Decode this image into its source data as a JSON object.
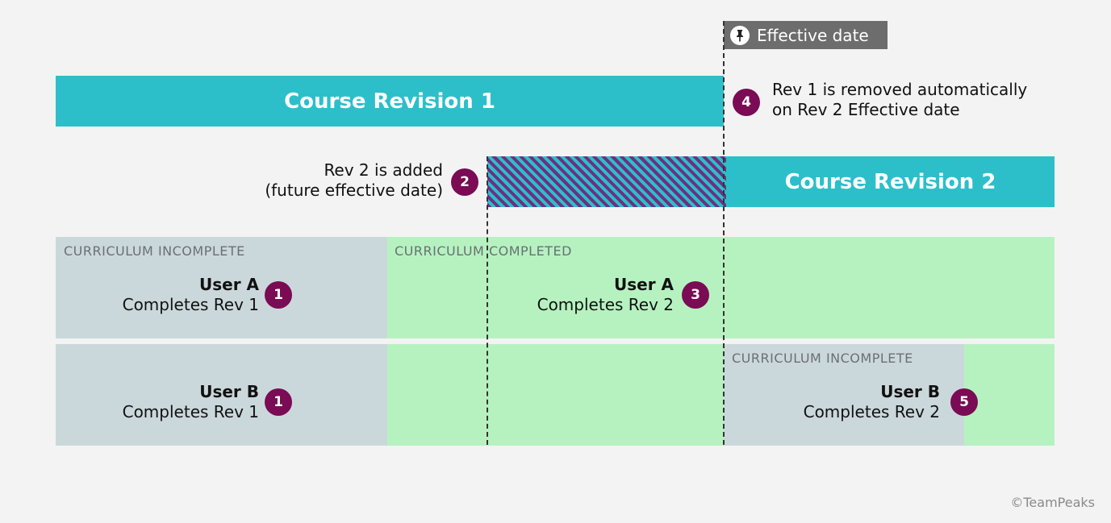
{
  "effective_date": {
    "label": "Effective date",
    "icon": "pushpin-icon"
  },
  "revisions": {
    "rev1": {
      "label": "Course Revision 1"
    },
    "rev2": {
      "label": "Course Revision 2"
    }
  },
  "notes": {
    "rev2_added": {
      "line1": "Rev 2 is added",
      "line2": "(future effective date)",
      "step": "2"
    },
    "rev1_removed": {
      "line1": "Rev 1 is removed automatically",
      "line2": "on Rev 2 Effective date",
      "step": "4"
    }
  },
  "rows": {
    "user_a": {
      "status_incomplete": "CURRICULUM INCOMPLETE",
      "status_completed": "CURRICULUM COMPLETED",
      "events": [
        {
          "user": "User A",
          "action": "Completes Rev 1",
          "step": "1"
        },
        {
          "user": "User A",
          "action": "Completes Rev 2",
          "step": "3"
        }
      ]
    },
    "user_b": {
      "status_incomplete": "CURRICULUM INCOMPLETE",
      "events": [
        {
          "user": "User B",
          "action": "Completes Rev 1",
          "step": "1"
        },
        {
          "user": "User B",
          "action": "Completes Rev 2",
          "step": "5"
        }
      ]
    }
  },
  "colors": {
    "revision_bar": "#2cbfca",
    "hatch": "#6e2f84",
    "badge": "#7a0b54",
    "incomplete": "#cbd8db",
    "completed": "#b6f2c0",
    "tag": "#6d6d6d"
  },
  "copyright": "©TeamPeaks"
}
